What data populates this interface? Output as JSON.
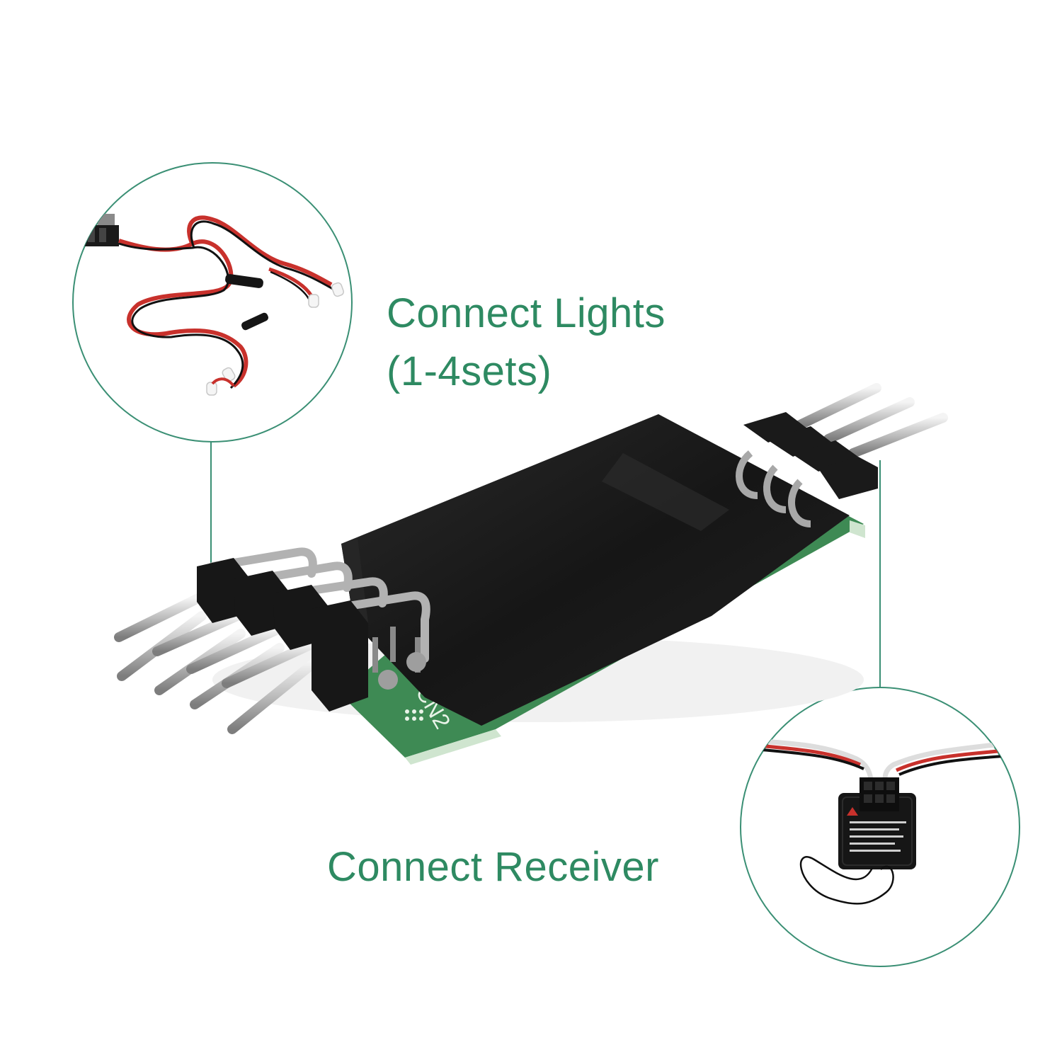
{
  "labels": {
    "connect_lights_line1": "Connect Lights",
    "connect_lights_line2": "(1-4sets)",
    "connect_receiver": "Connect Receiver"
  },
  "colors": {
    "accent": "#2e8a62",
    "callout_stroke": "#3a8f74",
    "module_body": "#1b1b1b",
    "pcb": "#3e8a54",
    "wire_red": "#c8312c",
    "wire_black": "#111111"
  },
  "callouts": [
    {
      "name": "lights-callout",
      "depicts": "led-light-harness"
    },
    {
      "name": "receiver-callout",
      "depicts": "rc-receiver"
    }
  ]
}
